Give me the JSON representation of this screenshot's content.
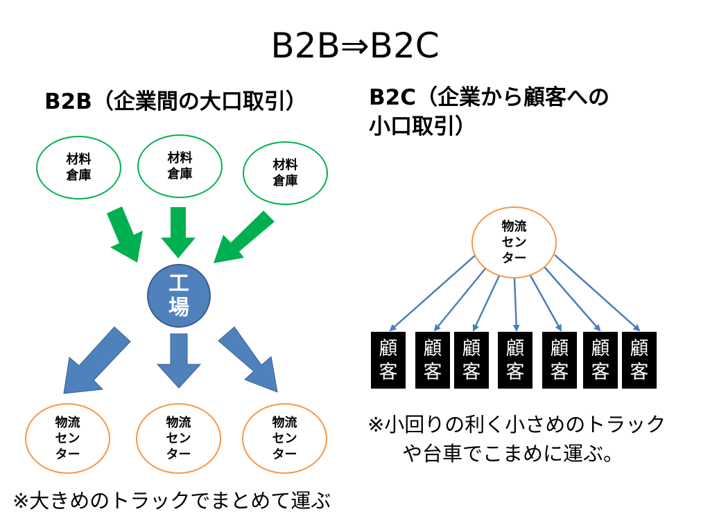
{
  "title": "B2B⇒B2C",
  "b2b": {
    "heading": "B2B（企業間の大口取引）",
    "warehouses": [
      "材料\n倉庫",
      "材料\n倉庫",
      "材料\n倉庫"
    ],
    "factory": "工\n場",
    "centers": [
      "物流\nセン\nター",
      "物流\nセン\nター",
      "物流\nセン\nター"
    ],
    "note": "※大きめのトラックでまとめて運ぶ"
  },
  "b2c": {
    "heading_line1": "B2C（企業から顧客への",
    "heading_line2": "小口取引）",
    "center": "物流\nセン\nター",
    "customers": [
      "顧\n客",
      "顧\n客",
      "顧\n客",
      "顧\n客",
      "顧\n客",
      "顧\n客",
      "顧\n客"
    ],
    "note_line1": "※小回りの利く小さめのトラック",
    "note_line2": "や台車でこまめに運ぶ。"
  },
  "colors": {
    "green_arrow": "#00b050",
    "blue_arrow": "#4f81bd",
    "thin_arrow": "#4a7ebb",
    "warehouse_border": "#00b050",
    "center_border": "#f79646",
    "factory_fill": "#4f81bd"
  }
}
